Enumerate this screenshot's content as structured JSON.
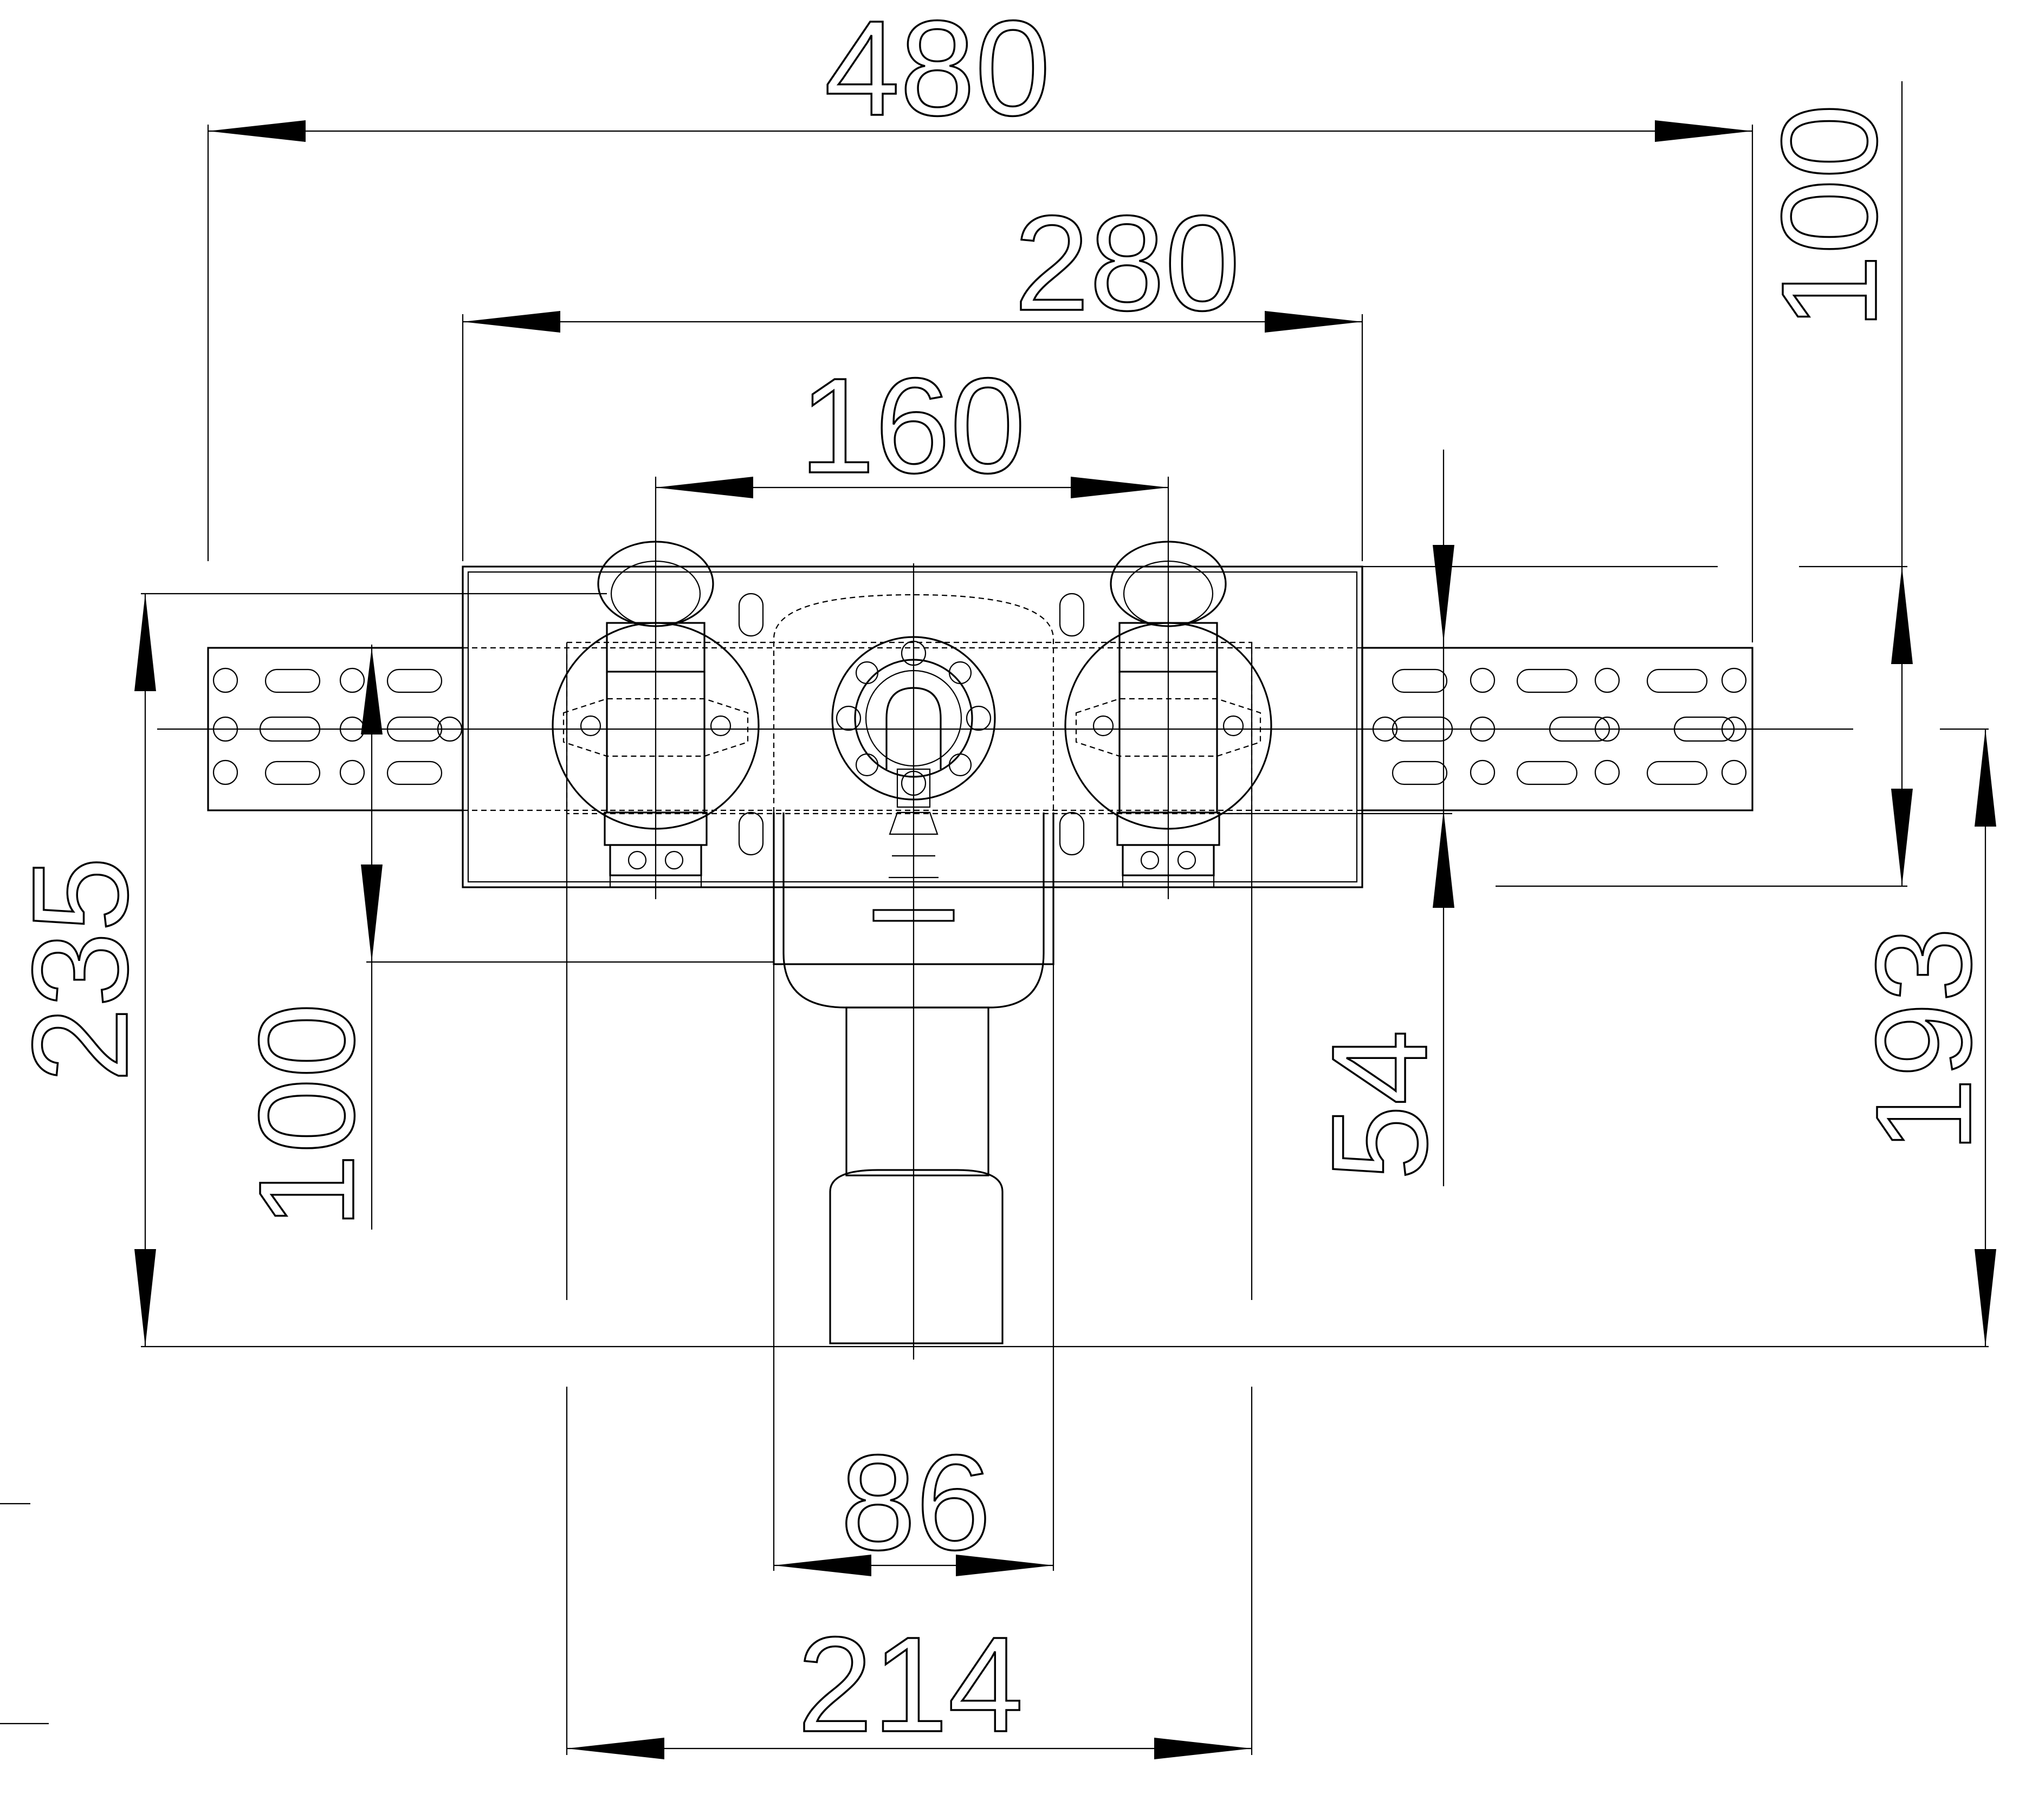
{
  "drawing": {
    "dimensions": {
      "overall_width": "480",
      "connection_span": "280",
      "valve_spacing": "160",
      "right_top_depth": "100",
      "total_height": "235",
      "left_depth": "100",
      "offset_height": "54",
      "right_height": "193",
      "siphon_width": "86",
      "frame_width": "214"
    },
    "line_color": "#000000",
    "background_color": "#ffffff"
  }
}
